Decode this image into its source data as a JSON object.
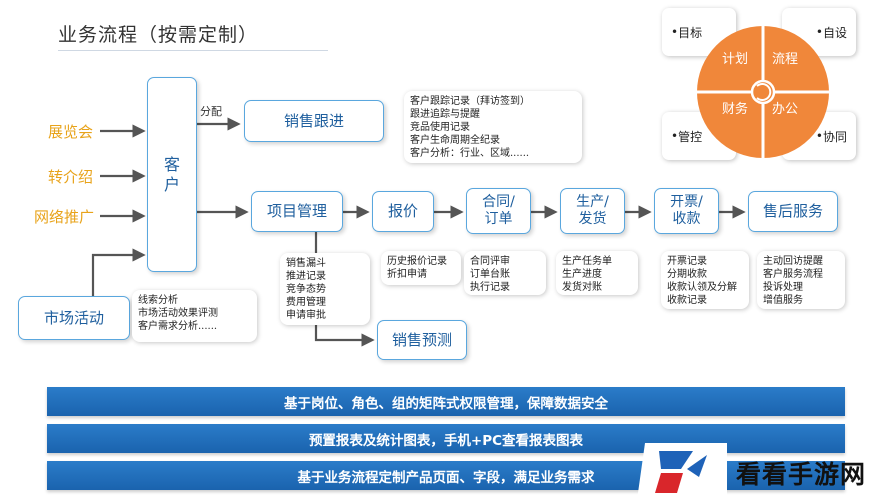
{
  "title": "业务流程（按需定制）",
  "sources": [
    "展览会",
    "转介绍",
    "网络推广"
  ],
  "nodes": {
    "customer": "客\n户",
    "market": "市场活动",
    "sales_follow": "销售跟进",
    "project": "项目管理",
    "quote": "报价",
    "contract": "合同/\n订单",
    "production": "生产/\n发货",
    "invoice": "开票/\n收款",
    "after_sales": "售后服务",
    "forecast": "销售预测"
  },
  "edge_label_assign": "分配",
  "notes": {
    "sales_follow": "客户跟踪记录（拜访签到）\n跟进追踪与提醒\n竞品使用记录\n客户生命周期全纪录\n客户分析：行业、区域......",
    "market": "线索分析\n市场活动效果评测\n客户需求分析......",
    "project": "销售漏斗\n推进记录\n竞争态势\n费用管理\n申请审批",
    "quote": "历史报价记录\n折扣申请",
    "contract": "合同评审\n订单台账\n执行记录",
    "production": "生产任务单\n生产进度\n发货对账",
    "invoice": "开票记录\n分期收款\n收款认领及分解\n收款记录",
    "after_sales": "主动回访提醒\n客户服务流程\n投诉处理\n增值服务"
  },
  "bands": [
    "基于岗位、角色、组的矩阵式权限管理，保障数据安全",
    "预置报表及统计图表，手机+PC查看报表图表",
    "基于业务流程定制产品页面、字段，满足业务需求"
  ],
  "wheel": {
    "quadrants": [
      "计划",
      "流程",
      "财务",
      "办公"
    ],
    "corners": [
      "目标",
      "自设",
      "管控",
      "协同"
    ],
    "bullet": "•",
    "colors": {
      "quadrant": "#f0873a",
      "ring": "#ffffff"
    }
  },
  "brand": {
    "name": "看看手游网",
    "logo_icon": "kk-logo-icon"
  },
  "colors": {
    "node_border": "#5aa7de",
    "node_text": "#1f5f9e",
    "source_text": "#e8a31a",
    "band": "#1f6fb9",
    "arrow": "#555555"
  }
}
